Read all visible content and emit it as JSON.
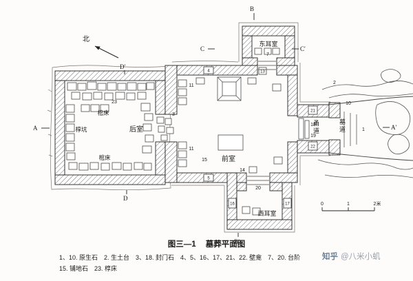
{
  "figure": {
    "north_label": "北",
    "rooms": {
      "east_ear": "东耳室",
      "west_ear": "西耳室",
      "rear": "后室",
      "front": "前室",
      "corridor": "甬道",
      "passage": "墓道"
    },
    "features": {
      "coffin_bed_a": "棺床",
      "coffin_bed_b": "棺床",
      "outer_pit": "椁坑"
    },
    "sections": {
      "a": "A",
      "a_prime": "A′",
      "b": "B",
      "b_prime": "B′",
      "c": "C",
      "c_prime": "C′",
      "d": "D",
      "d_prime": "D′"
    },
    "numbers": {
      "n1": "1",
      "n2": "2",
      "n3": "3",
      "n4": "4",
      "n5": "5",
      "n7": "7",
      "n10": "10",
      "n11a": "11",
      "n11b": "11",
      "n13": "13",
      "n14": "14",
      "n15": "15",
      "n16": "16",
      "n17": "17",
      "n18": "18",
      "n19": "19",
      "n20": "20",
      "n21": "21",
      "n22": "22",
      "n23": "23"
    },
    "scale": {
      "t0": "0",
      "t1": "1",
      "t2": "2米"
    }
  },
  "caption": {
    "fig_no": "图三—1",
    "title": "墓葬平面图"
  },
  "legend": {
    "line1": "1、10. 原生石　2. 生土台　3、18. 封门石　4、5、16、17、21、22. 壁龛　7、20. 台阶",
    "line2": "15. 铺地石　23. 椁床"
  },
  "watermark": {
    "brand": "知乎",
    "handle": "@八米小虮"
  }
}
